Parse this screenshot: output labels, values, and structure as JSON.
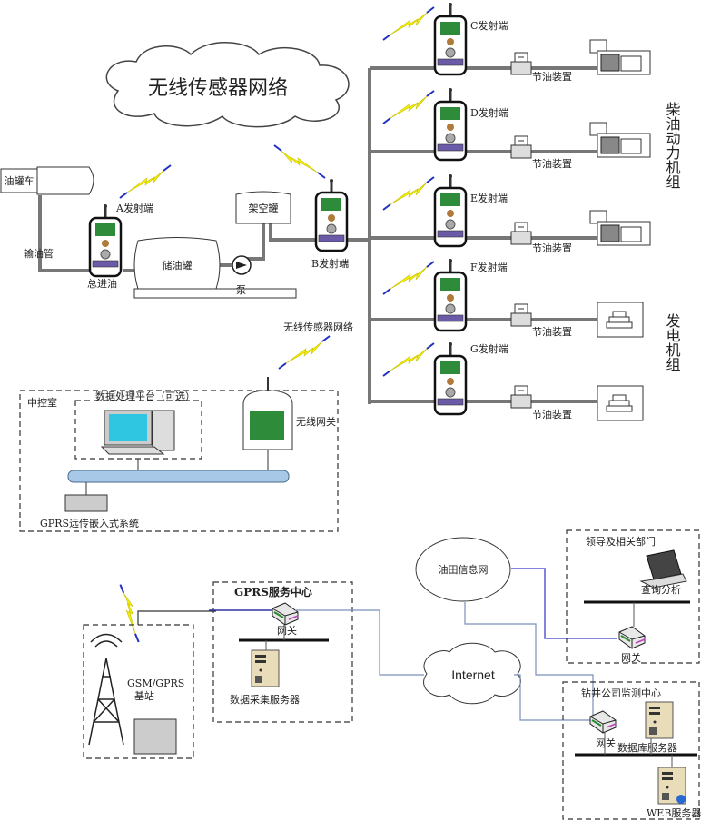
{
  "cloud_title": "无线传感器网络",
  "field": {
    "truck": "油罐车",
    "pipe": "输油管",
    "a_tx": "A发射端",
    "main_inlet": "总进油",
    "storage_tank": "储油罐",
    "pump": "泵",
    "elevated_tank": "架空罐",
    "b_tx": "B发射端",
    "transmitters": [
      "C发射端",
      "D发射端",
      "E发射端",
      "F发射端",
      "G发射端"
    ],
    "saver": "节油装置",
    "diesel_group": "柴油动力机组",
    "generator_group": "发电机组",
    "wsn_small": "无线传感器网络"
  },
  "control_room": {
    "title": "中控室",
    "platform": "数据处理平台（可选）",
    "wireless_gateway": "无线网关",
    "gprs_system": "GPRS远传嵌入式系统"
  },
  "gprs_center": {
    "title": "GPRS服务中心",
    "gateway": "网关",
    "server": "数据采集服务器"
  },
  "base_station": {
    "label1": "GSM/GPRS",
    "label2": "基站"
  },
  "oilfield_net": "油田信息网",
  "internet": "Internet",
  "leaders": {
    "title": "领导及相关部门",
    "query": "查询分析",
    "gateway": "网关"
  },
  "monitor_center": {
    "title": "钻井公司监测中心",
    "gateway": "网关",
    "db_server": "数据库服务器",
    "web_server": "WEB服务器"
  },
  "colors": {
    "lightning_fill": "#f5f000",
    "lightning_edge": "#2030c0",
    "pipe": "#777777",
    "network_line": "#7a8fb8"
  }
}
